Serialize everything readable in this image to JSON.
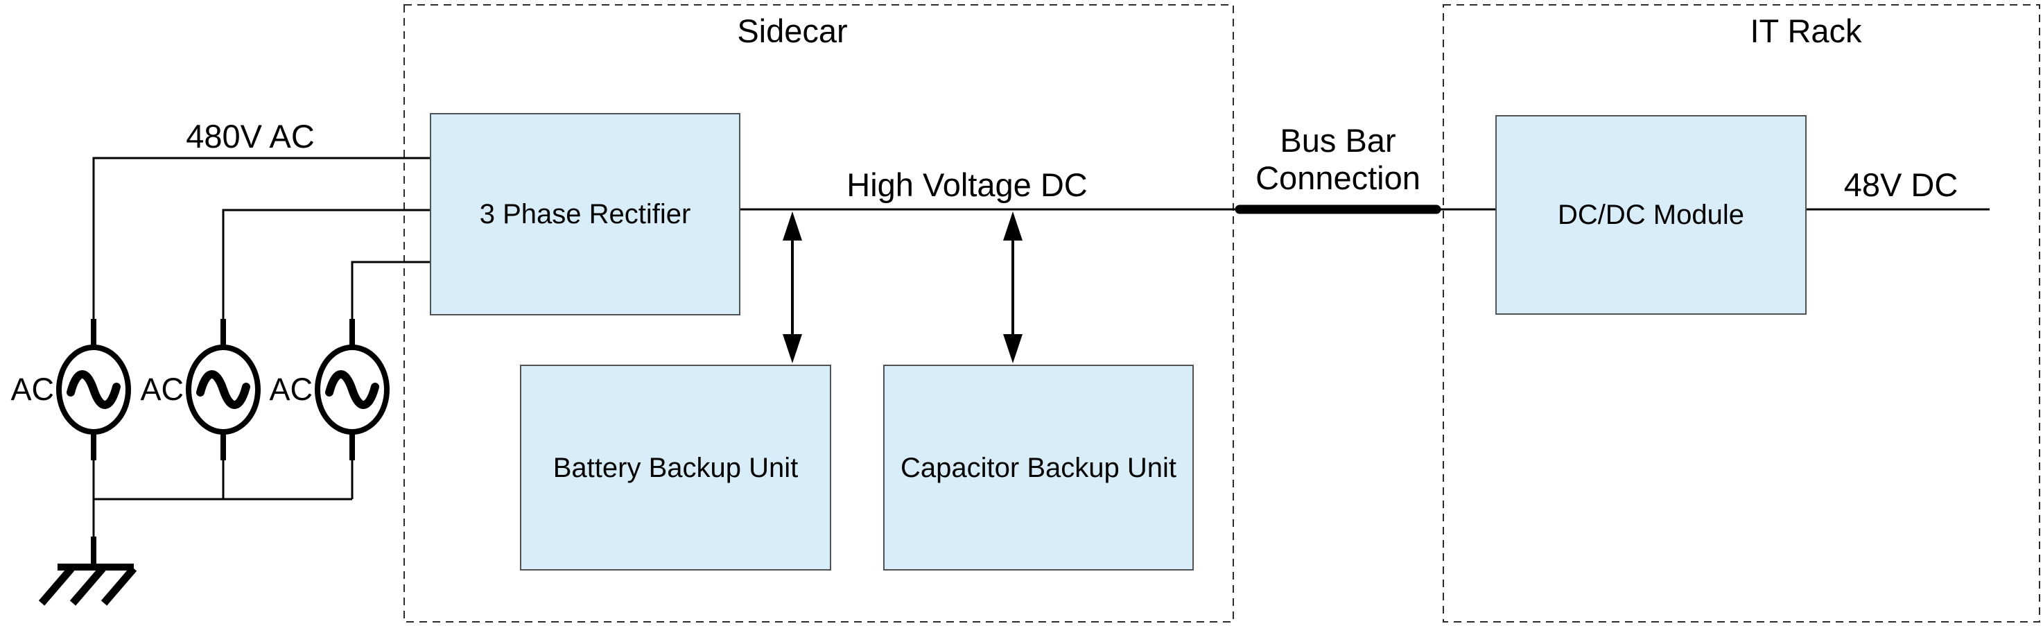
{
  "groups": [
    {
      "label": "Sidecar"
    },
    {
      "label": "IT Rack"
    }
  ],
  "blocks": [
    {
      "label": "3 Phase Rectifier"
    },
    {
      "label": "Battery Backup Unit"
    },
    {
      "label": "Capacitor Backup Unit"
    },
    {
      "label": "DC/DC Module"
    }
  ],
  "wire_labels": {
    "input": "480V AC",
    "hvdc": "High Voltage DC",
    "busbar_line1": "Bus Bar",
    "busbar_line2": "Connection",
    "output": "48V DC"
  },
  "sources": [
    {
      "label": "AC"
    },
    {
      "label": "AC"
    },
    {
      "label": "AC"
    }
  ],
  "colors": {
    "block_fill": "#d9edf8",
    "block_border": "#4f5356",
    "wire": "#000000",
    "boundary": "#2b2b2b"
  }
}
